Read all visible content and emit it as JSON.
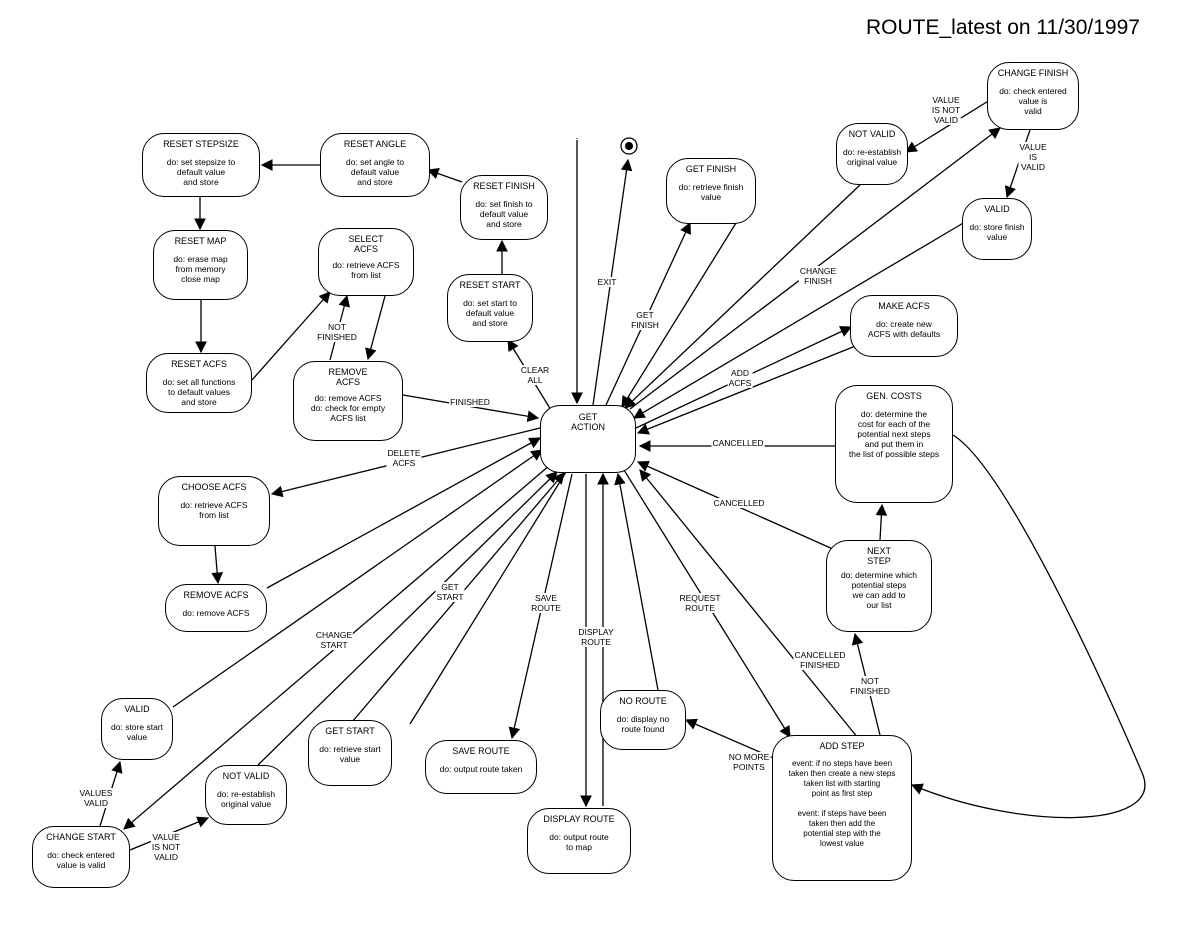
{
  "title": "ROUTE_latest on 11/30/1997",
  "states": {
    "reset_stepsize": {
      "name": "RESET STEPSIZE",
      "body": "do: set stepsize to\ndefault value\nand store"
    },
    "reset_angle": {
      "name": "RESET ANGLE",
      "body": "do: set angle to\ndefault value\nand store"
    },
    "reset_finish": {
      "name": "RESET FINISH",
      "body": "do: set finish to\ndefault value\nand store"
    },
    "reset_map": {
      "name": "RESET MAP",
      "body": "do: erase map\nfrom memory\nclose map"
    },
    "select_acfs": {
      "name": "SELECT\nACFS",
      "body": "do: retrieve ACFS\nfrom list"
    },
    "reset_start": {
      "name": "RESET START",
      "body": "do: set start to\ndefault value\nand store"
    },
    "reset_acfs": {
      "name": "RESET ACFS",
      "body": "do: set all functions\nto default values\nand store"
    },
    "remove_acfs_top": {
      "name": "REMOVE\nACFS",
      "body": "do: remove ACFS\ndo: check for empty\nACFS list"
    },
    "get_finish": {
      "name": "GET FINISH",
      "body": "do: retrieve finish\nvalue"
    },
    "not_valid_top": {
      "name": "NOT VALID",
      "body": "do: re-establish\noriginal value"
    },
    "change_finish": {
      "name": "CHANGE FINISH",
      "body": "do: check entered\nvalue is\nvalid"
    },
    "valid_top": {
      "name": "VALID",
      "body": "do: store finish\nvalue"
    },
    "make_acfs": {
      "name": "MAKE ACFS",
      "body": "do: create new\nACFS with defaults"
    },
    "get_action": {
      "name": "GET\nACTION",
      "body": ""
    },
    "gen_costs": {
      "name": "GEN. COSTS",
      "body": "do: determine the\ncost for each of the\npotential next steps\nand put them in\nthe list of possible steps"
    },
    "choose_acfs": {
      "name": "CHOOSE ACFS",
      "body": "do: retrieve ACFS\nfrom list"
    },
    "remove_acfs_bottom": {
      "name": "REMOVE ACFS",
      "body": "do: remove ACFS"
    },
    "next_step": {
      "name": "NEXT\nSTEP",
      "body": "do: determine which\npotential steps\nwe can add to\nour list"
    },
    "valid_bottom": {
      "name": "VALID",
      "body": "do: store start\nvalue"
    },
    "no_route": {
      "name": "NO ROUTE",
      "body": "do: display no\nroute found"
    },
    "get_start": {
      "name": "GET START",
      "body": "do: retrieve start\nvalue"
    },
    "save_route": {
      "name": "SAVE ROUTE",
      "body": "do: output route taken"
    },
    "not_valid_bottom": {
      "name": "NOT VALID",
      "body": "do: re-establish\noriginal value"
    },
    "add_step": {
      "name": "ADD STEP",
      "body": "event: if no steps have been\ntaken then create a new steps\ntaken list with starting\npoint as first step\n\nevent: if steps have been\ntaken then add the\npotential step with the\nlowest value"
    },
    "change_start": {
      "name": "CHANGE START",
      "body": "do: check entered\nvalue is valid"
    },
    "display_route": {
      "name": "DISPLAY ROUTE",
      "body": "do: output route\nto map"
    }
  },
  "labels": {
    "value_is_not_valid_top": "VALUE\nIS NOT\nVALID",
    "value_is_valid_top": "VALUE\nIS\nVALID",
    "change_finish": "CHANGE\nFINISH",
    "exit": "EXIT",
    "get_finish": "GET\nFINISH",
    "not_finished_top": "NOT\nFINISHED",
    "clear_all": "CLEAR\nALL",
    "finished": "FINISHED",
    "add_acfs": "ADD\nACFS",
    "cancelled_1": "CANCELLED",
    "delete_acfs": "DELETE\nACFS",
    "cancelled_2": "CANCELLED",
    "get_start": "GET\nSTART",
    "save_route": "SAVE\nROUTE",
    "display_route": "DISPLAY\nROUTE",
    "request_route": "REQUEST\nROUTE",
    "change_start": "CHANGE\nSTART",
    "cancelled_finished": "CANCELLED\nFINISHED",
    "not_finished_bottom": "NOT\nFINISHED",
    "no_more_points": "NO MORE\nPOINTS",
    "values_valid": "VALUES\nVALID",
    "value_is_not_valid_bottom": "VALUE\nIS NOT\nVALID"
  }
}
